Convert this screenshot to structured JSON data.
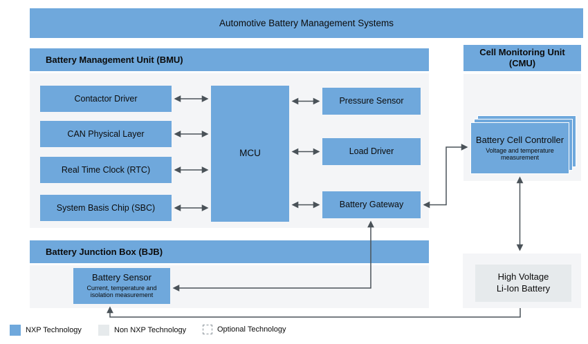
{
  "banner": {
    "title": "Automotive Battery Management Systems"
  },
  "bmu": {
    "title": "Battery Management Unit (BMU)",
    "left_blocks": [
      {
        "label": "Contactor Driver"
      },
      {
        "label": "CAN Physical Layer"
      },
      {
        "label": "Real Time Clock (RTC)"
      },
      {
        "label": "System Basis Chip (SBC)"
      }
    ],
    "mcu_label": "MCU",
    "right_blocks": [
      {
        "label": "Pressure Sensor"
      },
      {
        "label": "Load Driver"
      },
      {
        "label": "Battery Gateway"
      }
    ]
  },
  "cmu": {
    "title_line1": "Cell Monitoring Unit",
    "title_line2": "(CMU)",
    "bcc": {
      "title": "Battery Cell Controller",
      "subtitle": "Voltage and temperature measurement"
    }
  },
  "bjb": {
    "title": "Battery Junction Box (BJB)",
    "battery_sensor": {
      "title": "Battery Sensor",
      "subtitle": "Current, temperature and isolation measurement"
    }
  },
  "hv_battery": {
    "line1": "High Voltage",
    "line2": "Li-Ion Battery"
  },
  "legend": {
    "items": [
      {
        "label": "NXP Technology"
      },
      {
        "label": "Non NXP Technology"
      },
      {
        "label": "Optional Technology"
      }
    ]
  },
  "colors": {
    "nxp_blue": "#6FA8DC",
    "panel_gray": "#F4F5F7",
    "non_nxp_gray": "#E6EAEC",
    "line_gray": "#4A5258"
  }
}
